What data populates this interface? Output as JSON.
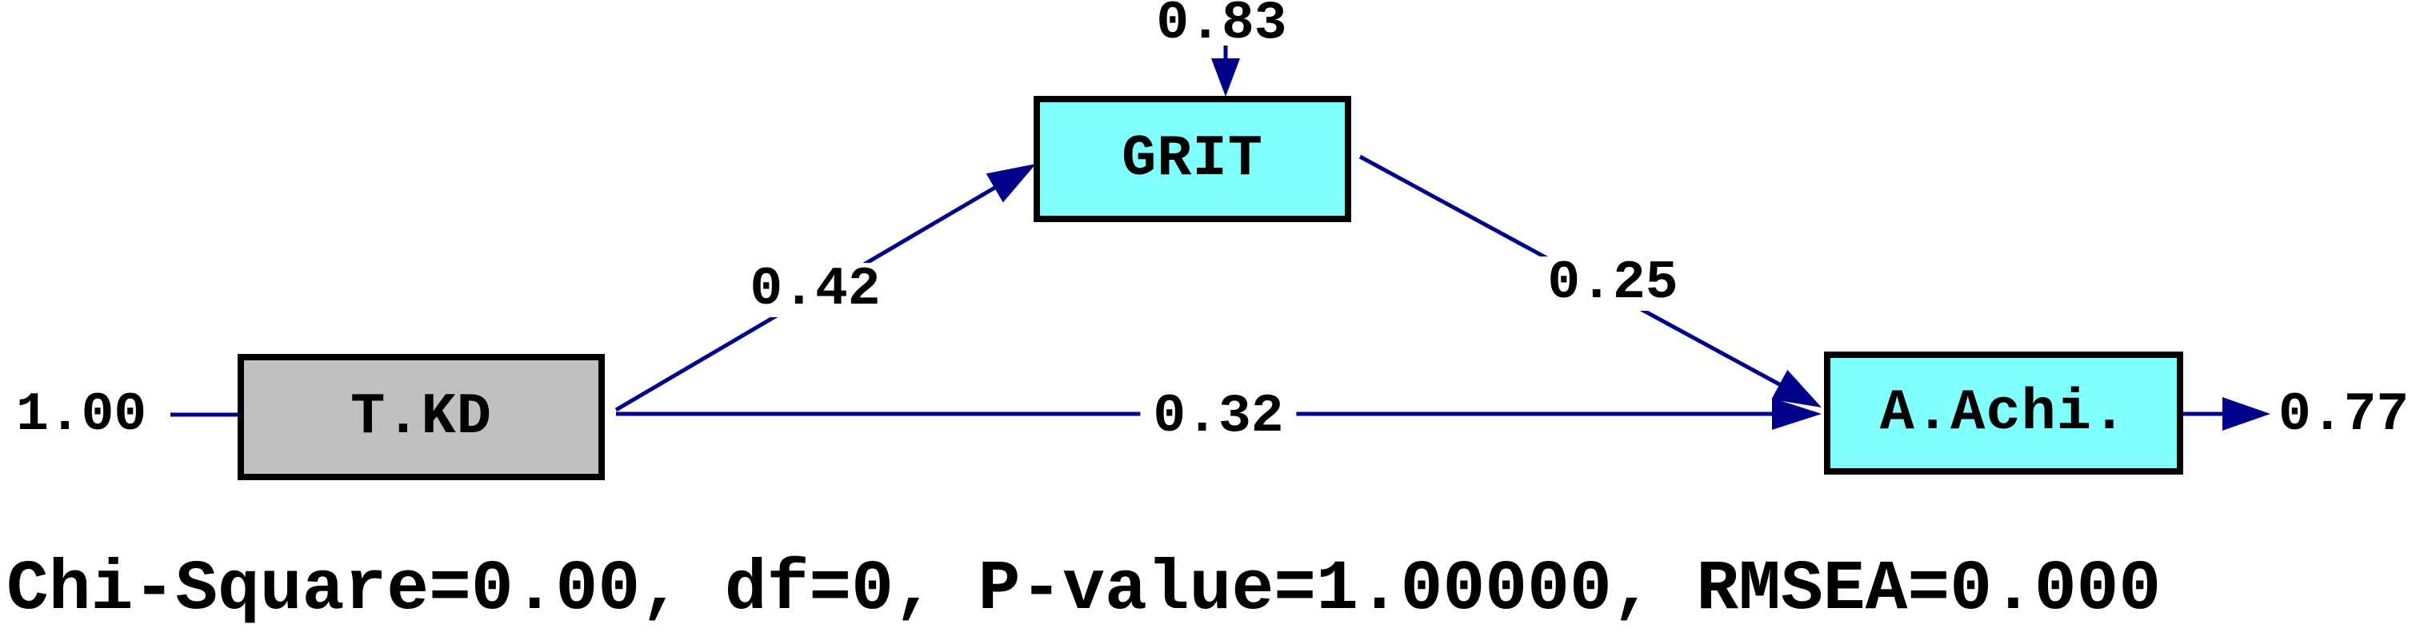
{
  "diagram_type": "path-diagram",
  "nodes": {
    "tkd": {
      "label": "T.KD",
      "role": "exogenous"
    },
    "grit": {
      "label": "GRIT",
      "role": "mediator"
    },
    "aachi": {
      "label": "A.Achi.",
      "role": "outcome"
    }
  },
  "coefficients": {
    "tkd_variance": "1.00",
    "grit_error": "0.83",
    "aachi_error": "0.77",
    "tkd_to_grit": "0.42",
    "grit_to_aachi": "0.25",
    "tkd_to_aachi": "0.32"
  },
  "fit": {
    "line": "Chi-Square=0.00, df=0, P-value=1.00000, RMSEA=0.000"
  },
  "colors": {
    "exogenous_box_fill": "#c0c0c0",
    "endogenous_box_fill": "#80ffff",
    "box_border": "#000000",
    "arrow": "#00008b",
    "text": "#000000",
    "background": "#ffffff"
  }
}
